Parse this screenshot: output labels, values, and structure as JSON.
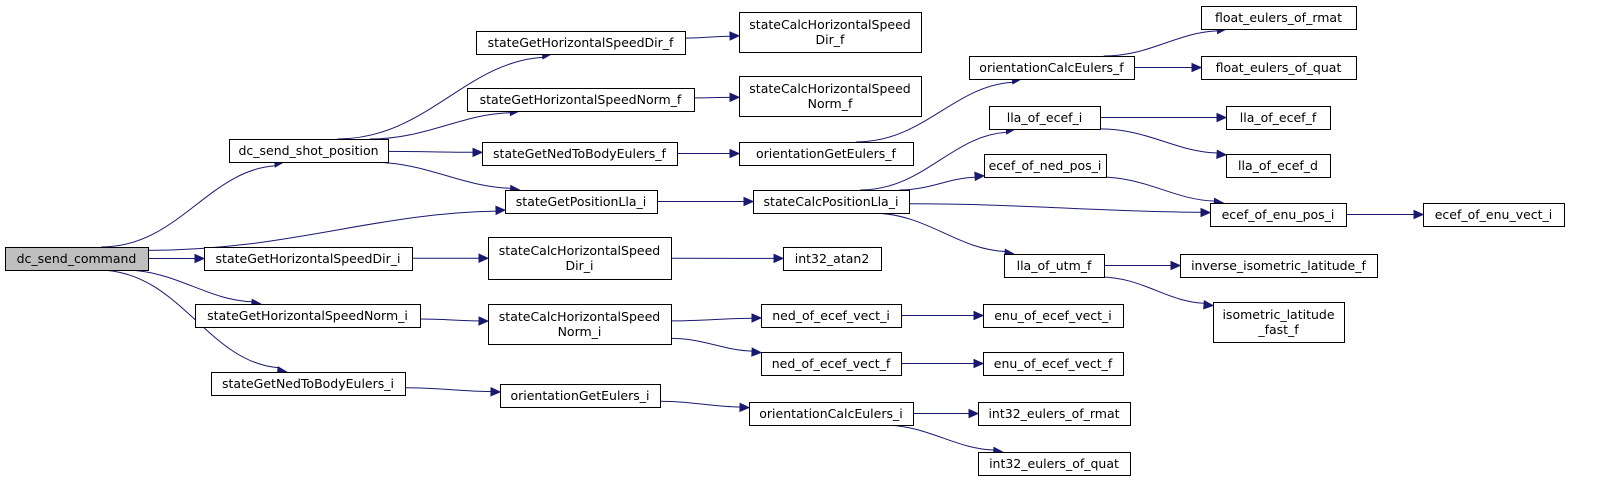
{
  "graph": {
    "colors": {
      "edge": "#191970",
      "root_fill": "#bfbfbf",
      "node_fill": "#ffffff",
      "node_stroke": "#000000"
    },
    "nodes": {
      "n_dc_send_command": [
        "dc_send_command"
      ],
      "n_dc_send_shot_position": [
        "dc_send_shot_position"
      ],
      "n_stateGetPositionLla_i": [
        "stateGetPositionLla_i"
      ],
      "n_stateGetHorizontalSpeedDir_i": [
        "stateGetHorizontalSpeedDir_i"
      ],
      "n_stateGetHorizontalSpeedNorm_i": [
        "stateGetHorizontalSpeedNorm_i"
      ],
      "n_stateGetNedToBodyEulers_i": [
        "stateGetNedToBodyEulers_i"
      ],
      "n_stateGetHorizontalSpeedDir_f": [
        "stateGetHorizontalSpeedDir_f"
      ],
      "n_stateGetHorizontalSpeedNorm_f": [
        "stateGetHorizontalSpeedNorm_f"
      ],
      "n_stateGetNedToBodyEulers_f": [
        "stateGetNedToBodyEulers_f"
      ],
      "n_stateCalcHorizontalSpeedDir_f": [
        "stateCalcHorizontalSpeed",
        "Dir_f"
      ],
      "n_stateCalcHorizontalSpeedNorm_f": [
        "stateCalcHorizontalSpeed",
        "Norm_f"
      ],
      "n_orientationGetEulers_f": [
        "orientationGetEulers_f"
      ],
      "n_orientationCalcEulers_f": [
        "orientationCalcEulers_f"
      ],
      "n_float_eulers_of_rmat": [
        "float_eulers_of_rmat"
      ],
      "n_float_eulers_of_quat": [
        "float_eulers_of_quat"
      ],
      "n_stateCalcPositionLla_i": [
        "stateCalcPositionLla_i"
      ],
      "n_lla_of_ecef_i": [
        "lla_of_ecef_i"
      ],
      "n_lla_of_ecef_f": [
        "lla_of_ecef_f"
      ],
      "n_lla_of_ecef_d": [
        "lla_of_ecef_d"
      ],
      "n_ecef_of_ned_pos_i": [
        "ecef_of_ned_pos_i"
      ],
      "n_ecef_of_enu_pos_i": [
        "ecef_of_enu_pos_i"
      ],
      "n_ecef_of_enu_vect_i": [
        "ecef_of_enu_vect_i"
      ],
      "n_lla_of_utm_f": [
        "lla_of_utm_f"
      ],
      "n_inverse_isometric_latitude_f": [
        "inverse_isometric_latitude_f"
      ],
      "n_isometric_latitude_fast_f": [
        "isometric_latitude",
        "_fast_f"
      ],
      "n_stateCalcHorizontalSpeedDir_i": [
        "stateCalcHorizontalSpeed",
        "Dir_i"
      ],
      "n_int32_atan2": [
        "int32_atan2"
      ],
      "n_stateCalcHorizontalSpeedNorm_i": [
        "stateCalcHorizontalSpeed",
        "Norm_i"
      ],
      "n_ned_of_ecef_vect_i": [
        "ned_of_ecef_vect_i"
      ],
      "n_enu_of_ecef_vect_i": [
        "enu_of_ecef_vect_i"
      ],
      "n_ned_of_ecef_vect_f": [
        "ned_of_ecef_vect_f"
      ],
      "n_enu_of_ecef_vect_f": [
        "enu_of_ecef_vect_f"
      ],
      "n_orientationGetEulers_i": [
        "orientationGetEulers_i"
      ],
      "n_orientationCalcEulers_i": [
        "orientationCalcEulers_i"
      ],
      "n_int32_eulers_of_rmat": [
        "int32_eulers_of_rmat"
      ],
      "n_int32_eulers_of_quat": [
        "int32_eulers_of_quat"
      ]
    },
    "edges": [
      [
        "n_dc_send_command",
        "n_dc_send_shot_position"
      ],
      [
        "n_dc_send_command",
        "n_stateGetPositionLla_i"
      ],
      [
        "n_dc_send_command",
        "n_stateGetHorizontalSpeedDir_i"
      ],
      [
        "n_dc_send_command",
        "n_stateGetHorizontalSpeedNorm_i"
      ],
      [
        "n_dc_send_command",
        "n_stateGetNedToBodyEulers_i"
      ],
      [
        "n_dc_send_shot_position",
        "n_stateGetHorizontalSpeedDir_f"
      ],
      [
        "n_dc_send_shot_position",
        "n_stateGetHorizontalSpeedNorm_f"
      ],
      [
        "n_dc_send_shot_position",
        "n_stateGetNedToBodyEulers_f"
      ],
      [
        "n_dc_send_shot_position",
        "n_stateGetPositionLla_i"
      ],
      [
        "n_stateGetHorizontalSpeedDir_f",
        "n_stateCalcHorizontalSpeedDir_f"
      ],
      [
        "n_stateGetHorizontalSpeedNorm_f",
        "n_stateCalcHorizontalSpeedNorm_f"
      ],
      [
        "n_stateGetNedToBodyEulers_f",
        "n_orientationGetEulers_f"
      ],
      [
        "n_orientationGetEulers_f",
        "n_orientationCalcEulers_f"
      ],
      [
        "n_orientationCalcEulers_f",
        "n_float_eulers_of_rmat"
      ],
      [
        "n_orientationCalcEulers_f",
        "n_float_eulers_of_quat"
      ],
      [
        "n_stateGetPositionLla_i",
        "n_stateCalcPositionLla_i"
      ],
      [
        "n_stateCalcPositionLla_i",
        "n_lla_of_ecef_i"
      ],
      [
        "n_stateCalcPositionLla_i",
        "n_ecef_of_ned_pos_i"
      ],
      [
        "n_stateCalcPositionLla_i",
        "n_ecef_of_enu_pos_i"
      ],
      [
        "n_stateCalcPositionLla_i",
        "n_lla_of_utm_f"
      ],
      [
        "n_lla_of_ecef_i",
        "n_lla_of_ecef_f"
      ],
      [
        "n_lla_of_ecef_i",
        "n_lla_of_ecef_d"
      ],
      [
        "n_ecef_of_ned_pos_i",
        "n_ecef_of_enu_pos_i"
      ],
      [
        "n_ecef_of_enu_pos_i",
        "n_ecef_of_enu_vect_i"
      ],
      [
        "n_lla_of_utm_f",
        "n_inverse_isometric_latitude_f"
      ],
      [
        "n_lla_of_utm_f",
        "n_isometric_latitude_fast_f"
      ],
      [
        "n_stateGetHorizontalSpeedDir_i",
        "n_stateCalcHorizontalSpeedDir_i"
      ],
      [
        "n_stateCalcHorizontalSpeedDir_i",
        "n_int32_atan2"
      ],
      [
        "n_stateGetHorizontalSpeedNorm_i",
        "n_stateCalcHorizontalSpeedNorm_i"
      ],
      [
        "n_stateCalcHorizontalSpeedNorm_i",
        "n_ned_of_ecef_vect_i"
      ],
      [
        "n_stateCalcHorizontalSpeedNorm_i",
        "n_ned_of_ecef_vect_f"
      ],
      [
        "n_ned_of_ecef_vect_i",
        "n_enu_of_ecef_vect_i"
      ],
      [
        "n_ned_of_ecef_vect_f",
        "n_enu_of_ecef_vect_f"
      ],
      [
        "n_stateGetNedToBodyEulers_i",
        "n_orientationGetEulers_i"
      ],
      [
        "n_orientationGetEulers_i",
        "n_orientationCalcEulers_i"
      ],
      [
        "n_orientationCalcEulers_i",
        "n_int32_eulers_of_rmat"
      ],
      [
        "n_orientationCalcEulers_i",
        "n_int32_eulers_of_quat"
      ]
    ]
  }
}
